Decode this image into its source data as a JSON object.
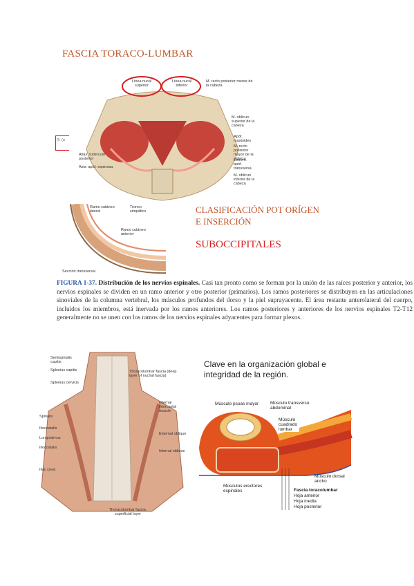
{
  "page": {
    "title": "FASCIA TORACO-LUMBAR",
    "classification_heading": "CLASIFICACIÓN POT ORÍGEN E INSERCIÓN",
    "suboccipital_heading": "SUBOCCIPITALES"
  },
  "figure_caption": {
    "label": "FIGURA 1-37.",
    "bold_title": "Distribución de los nervios espinales.",
    "text": "Casi tan pronto como se forman por la unión de las raíces posterior y anterior, los nervios espinales se dividen en un ramo anterior y otro posterior (primarios). Los ramos posteriores se distribuyen en las articulaciones sinoviales de la columna vertebral, los músculos profundos del dorso y la piel suprayacente. El área restante anterolateral del cuerpo, incluidos los miembros, está inervada por los ramos anteriores. Los ramos posteriores y anteriores de los nervios espinales T2-T12 generalmente no se unen con los ramos de los nervios espinales adyacentes para formar plexos."
  },
  "suboccipital_image": {
    "labels": {
      "nuchal_sup": "Línea nucal superior",
      "nuchal_inf": "Línea nucal inferior",
      "rectus_post_minor": "M. recto posterior menor de la cabeza",
      "obliquus_sup": "M. oblicuo superior de la cabeza",
      "mastoid": "Apóf. mastoides",
      "rectus_post_major": "M. recto posterior mayor de la cabeza",
      "transverse": "Extrem. apóf. transversa",
      "obliquus_inf": "M. oblicuo inferior de la cabeza",
      "atlas": "Atlas: tubérculo posterior",
      "axis": "Axis: apóf. espinosa"
    }
  },
  "nerve_image": {
    "labels": {
      "ramo_cutaneo_lateral": "Ramo cutáneo lateral",
      "tronco_simpatico": "Tronco simpático",
      "ramo_cutaneo_anterior": "Ramo cutáneo anterior",
      "seccion": "Sección transversal"
    },
    "partial_label": "R. (o"
  },
  "back_image": {
    "labels_left": [
      "Semispinalis capitis",
      "Splenius capitis",
      "Splenius cervicis",
      "Spinalis",
      "Iliocostalis",
      "Longissimus",
      "Iliocostalis",
      "Iliac crest"
    ],
    "labels_right": [
      "Thoracolumbar fascia (deep layer of nuchal fascia)",
      "Internal intercostal muscle",
      "External oblique",
      "Internal oblique"
    ],
    "bottom_label": "Thoracolumbar fascia, superficial layer"
  },
  "lumbar_image": {
    "heading": "Clave en la organización global e integridad de la región.",
    "labels": {
      "psoas": "Músculo psoas mayor",
      "transverso": "Músculo transverso abdominal",
      "cuadrado": "Músculo cuadrado lumbar",
      "dorsal": "Músculo dorsal ancho",
      "erectores": "Músculos erectores espinales",
      "fascia": "Fascia toracolumbar",
      "anterior": "Hoja anterior",
      "media": "Hoja media",
      "posterior": "Hoja posterior"
    }
  }
}
